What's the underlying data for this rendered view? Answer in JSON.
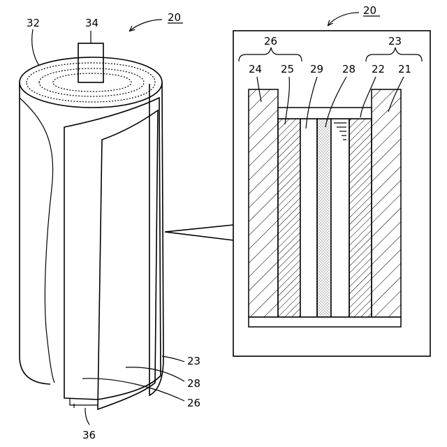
{
  "figure": {
    "labels": {
      "ref_20_left": "20",
      "ref_20_right": "20",
      "ref_32": "32",
      "ref_34": "34",
      "ref_23_left": "23",
      "ref_28_left": "28",
      "ref_26_left": "26",
      "ref_36": "36",
      "ref_26_group": "26",
      "ref_23_group": "23",
      "ref_24": "24",
      "ref_25": "25",
      "ref_29": "29",
      "ref_28": "28",
      "ref_22": "22",
      "ref_21": "21"
    }
  }
}
